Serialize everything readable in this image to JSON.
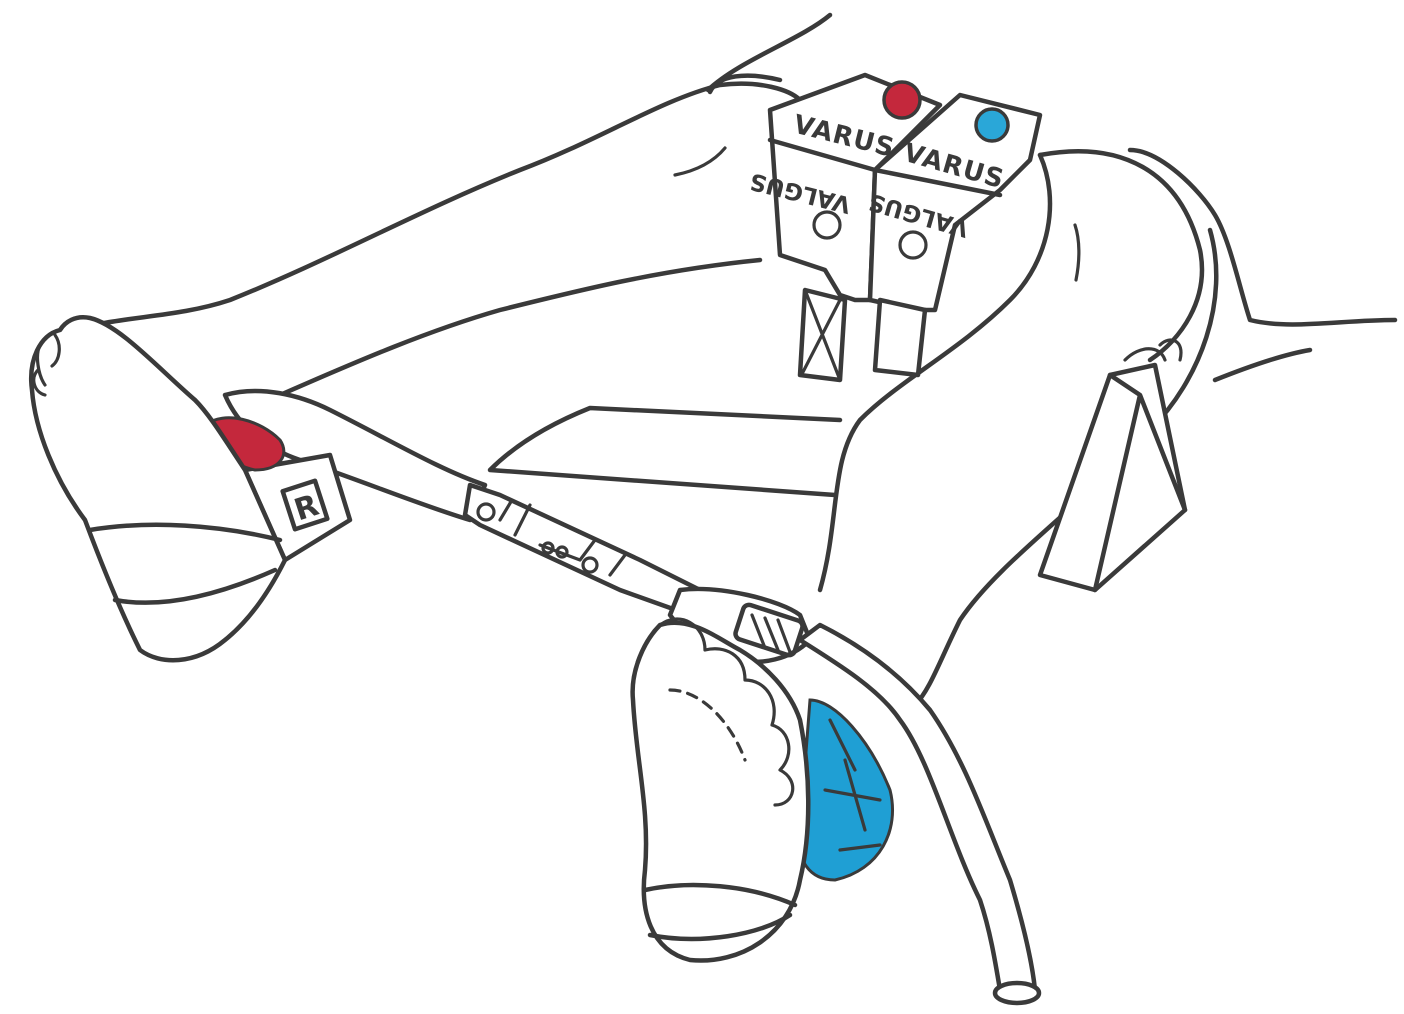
{
  "illustration": {
    "left_device": {
      "top_label": "VARUS",
      "bottom_label": "VALGUS",
      "indicator_color": "#c4283c"
    },
    "right_device": {
      "top_label": "VARUS",
      "bottom_label": "VALGUS",
      "indicator_color": "#2aa7d8"
    },
    "strap_label": "R",
    "colors": {
      "red_pad": "#c4283c",
      "blue_pad": "#1f9fd4",
      "ink": "#3a3a3a"
    }
  }
}
